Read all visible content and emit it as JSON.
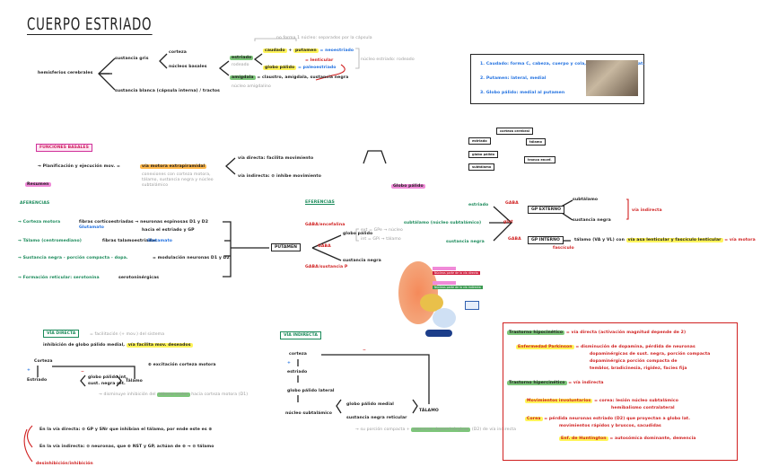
{
  "title": "CUERPO ESTRIADO",
  "intro": {
    "root": "hemisferios cerebrales",
    "branch1": "sustancia gris",
    "branch1_a": "corteza",
    "branch1_b": "núcleos basales",
    "estriado": "estriado",
    "estriado_sub": "rodeado",
    "caudado": "caudado",
    "putamen": "putamen",
    "neoestriado": "= neoestriado",
    "globo": "globo pálido",
    "paleoestriado": "= paleoestriado",
    "lenticular": "= lenticular",
    "top_note": "no forma 1 núcleo: separados por la cápsula",
    "right_note": "núcleo estriado: rodeado",
    "amigdala": "amígdala",
    "amigdala_rest": "= claustro, amígdala, sustancia negra",
    "amigdala_sub": "núcleo amigdalino",
    "branch2": "sustancia blanca (cápsula interna) / tractos"
  },
  "legend_box": {
    "item1": "1. Caudado: forma C, cabeza, cuerpo y cola, en pared ventrículo lat.",
    "item2": "2. Putamen: lateral, medial",
    "item3": "3. Globo pálido: medial al putamen"
  },
  "funciones": {
    "label": "FUNCIONES BASALES",
    "arrow_text": "→ Planificación y ejecución mov. =",
    "highlight": "vía motora extrapiramidal",
    "note": "conexiones con corteza motora, tálamo, sustancia negra y núcleo subtalámico",
    "path1": "vía directa: facilita movimiento",
    "path2": "vía indirecta: ⊖ inhibe movimiento",
    "resumen": "Resumen",
    "globo_palido_tag": "Globo pálido"
  },
  "aferencias": {
    "label": "AFERENCIAS",
    "items": [
      {
        "a": "→ Corteza motora",
        "b": "fibras corticoestriadas → neuronas espinosas D1 y D2",
        "c": "Glutamato",
        "d": "hacia el estriado y GP"
      },
      {
        "a": "→ Tálamo (centromediano)",
        "b": "fibras talamoestriadas",
        "c": "Glutamato"
      },
      {
        "a": "→ Sustancia negra - porción compacta - dopa.",
        "b": "= modulación neuronas D1 y D2"
      },
      {
        "a": "→ Formación reticular: serotonina",
        "b": "serotoninérgicas"
      }
    ],
    "target": "PUTAMEN"
  },
  "eferencias": {
    "label": "EFERENCIAS",
    "r1": "GABA/encefalina",
    "r2": "GABA",
    "r3": "GABA/sustancia P",
    "to1": "globo pálido",
    "to2": "sustancia negra",
    "gp_ext": "ext = GPe → núcleo",
    "gp_int": "int = GPi → tálamo"
  },
  "gp_section": {
    "src1": "estriado",
    "src2": "subtálamo (núcleo subtalámico)",
    "src3": "sustancia negra",
    "tag1": "GABA",
    "tag2": "glut",
    "tag3": "GABA",
    "gpext": "GP EXTERNO",
    "gpint": "GP INTERNO",
    "ext1": "subtálamo",
    "ext2": "sustancia negra",
    "ext_note": "vía indirecta",
    "int_text": "tálamo (VA y VL) con",
    "int_hl": "vía asa lenticular y fascículo lenticular",
    "int_end": "= vía motora",
    "int_sub": "fascículo"
  },
  "diagram_labels": {
    "l1": "Núcleos parte de la vía directa",
    "l2": "Núcleos parte de la vía indirecta"
  },
  "flow_diagram": {
    "n1": "corteza cerebral",
    "n2": "estriado",
    "n3": "globo pálido",
    "n4": "tálamo",
    "n5": "subtálamo",
    "n6": "tronco encef."
  },
  "via_directa": {
    "label": "VÍA DIRECTA",
    "note": "= facilitación (+ mov.) del sistema",
    "line2": "inhibición de globo pálido medial,",
    "line2_hl": "vía facilita mov. deseados",
    "corteza": "Corteza",
    "estriado": "Estriado",
    "mid_top": "globo pálido int.",
    "mid_bot": "sust. negra ret.",
    "talamo": "Tálamo",
    "excite": "⊕ excitación corteza motora",
    "bottom_note": "→ disminuye inhibición del",
    "bottom_hl": "tálamo motor",
    "bottom_end": "hacia corteza motora (D1)",
    "plus": "+",
    "minus": "−"
  },
  "via_indirecta": {
    "label": "VÍA INDIRECTA",
    "n1": "corteza",
    "n2": "estriado",
    "n3": "globo pálido lateral",
    "n4": "núcleo subtalámico",
    "m1": "globo pálido medial",
    "m2": "sustancia negra reticular",
    "talamo": "TÁLAMO",
    "note": "→ su porción compacta +",
    "note_hl": "neuronas dopaminérgicas",
    "note_end": "(D2) de vía indirecta",
    "plus": "+",
    "minus": "−"
  },
  "summary": {
    "line1": "En la vía directa: ⊖ GP y SNr que inhibían el tálamo, por ende este es ⊕",
    "line2": "En la vía indirecta: ⊖ neuronas, que ⊕ NST y GP, actúan de ⊕ → ⊖ tálamo",
    "line3": "desinhibición/inhibición"
  },
  "trastornos": {
    "h1": "Trastorno hipocinético",
    "h1_rest": "= vía directa (activación magnitud depende de 2)",
    "p1_label": "Enfermedad Parkinson",
    "p1_text": "= disminución de dopamina, pérdida de neuronas",
    "p1_l2": "dopaminérgicas de sust. negra, porción compacta",
    "p1_l3": "dopaminérgica porción compacta de",
    "p1_l4": "temblor, bradicinesia, rigidez, facies fija",
    "h2": "Trastorno hipercinético",
    "h2_rest": "= vía indirecta",
    "p2_label": "Movimientos involuntarios",
    "p2_text": "= corea: lesión núcleo subtalámico",
    "p2_l2": "hemibalismo contralateral",
    "p3_label": "Corea",
    "p3_text": "= pérdida neuronas estriado (D2) que proyectan a globo lat.",
    "p3_l2": "movimientos rápidos y bruscos, sacudidas",
    "p4_label": "Enf. de Huntington",
    "p4_text": "= autosómica dominante, demencia"
  },
  "colors": {
    "green": "#1a8a5a",
    "red": "#d02020",
    "blue": "#2070e0",
    "yellow": "#fff45a",
    "pink": "#f08ad8"
  }
}
